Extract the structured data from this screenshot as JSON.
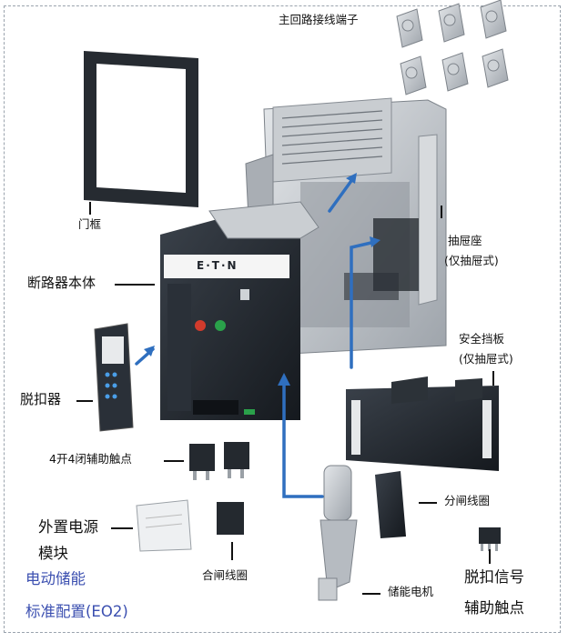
{
  "labels": {
    "main_terminal": "主回路接线端子",
    "door_frame": "门框",
    "drawer_seat": "抽屉座",
    "drawer_only_1": "(仅抽屉式)",
    "breaker_body": "断路器本体",
    "safety_shutter": "安全挡板",
    "drawer_only_2": "(仅抽屉式)",
    "trip_unit": "脱扣器",
    "aux_contact": "4开4闭辅助触点",
    "shunt_coil": "分闸线圈",
    "ext_power_1": "外置电源",
    "ext_power_2": "模块",
    "close_coil": "合闸线圈",
    "trip_signal_1": "脱扣信号",
    "trip_signal_2": "辅助触点",
    "motor": "储能电机",
    "std_1": "电动储能",
    "std_2": "标准配置(EO2)",
    "brand": "E·T·N"
  },
  "colors": {
    "arrow_blue": "#2f6fbf",
    "label_blue": "#3b4fb0",
    "body_dark": "#1f242b",
    "metal_gray": "#b9bec4",
    "red_button": "#d23b2c",
    "green_button": "#2aa14a"
  }
}
